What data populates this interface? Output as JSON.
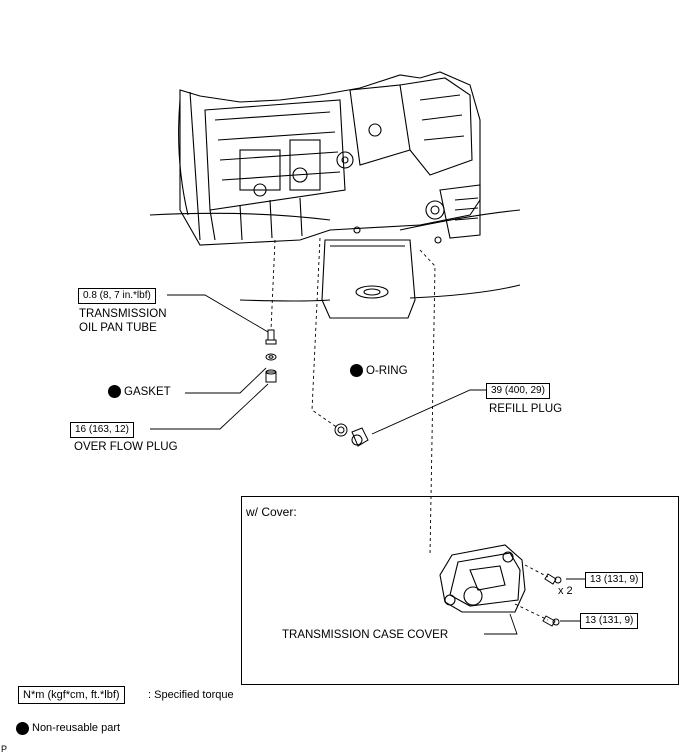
{
  "labels": {
    "oil_pan_tube_torque": "0.8 (8, 7 in.*lbf)",
    "oil_pan_tube_line1": "TRANSMISSION",
    "oil_pan_tube_line2": "OIL PAN TUBE",
    "gasket": "GASKET",
    "over_flow_plug_torque": "16 (163, 12)",
    "over_flow_plug": "OVER FLOW PLUG",
    "o_ring": "O-RING",
    "refill_plug_torque": "39 (400, 29)",
    "refill_plug": "REFILL PLUG",
    "cover_section_title": "w/ Cover:",
    "case_cover_bolt_torque_a": "13 (131, 9)",
    "case_cover_bolt_qty": "x 2",
    "case_cover_bolt_torque_b": "13 (131, 9)",
    "case_cover": "TRANSMISSION CASE COVER"
  },
  "legend": {
    "torque_units": "N*m (kgf*cm, ft.*lbf)",
    "torque_desc": ": Specified torque",
    "nonreusable_desc": "Non-reusable part"
  },
  "corner_mark": "P",
  "colors": {
    "ink": "#000000",
    "background": "#ffffff"
  },
  "icons": [
    "non-reusable-dot-icon"
  ]
}
